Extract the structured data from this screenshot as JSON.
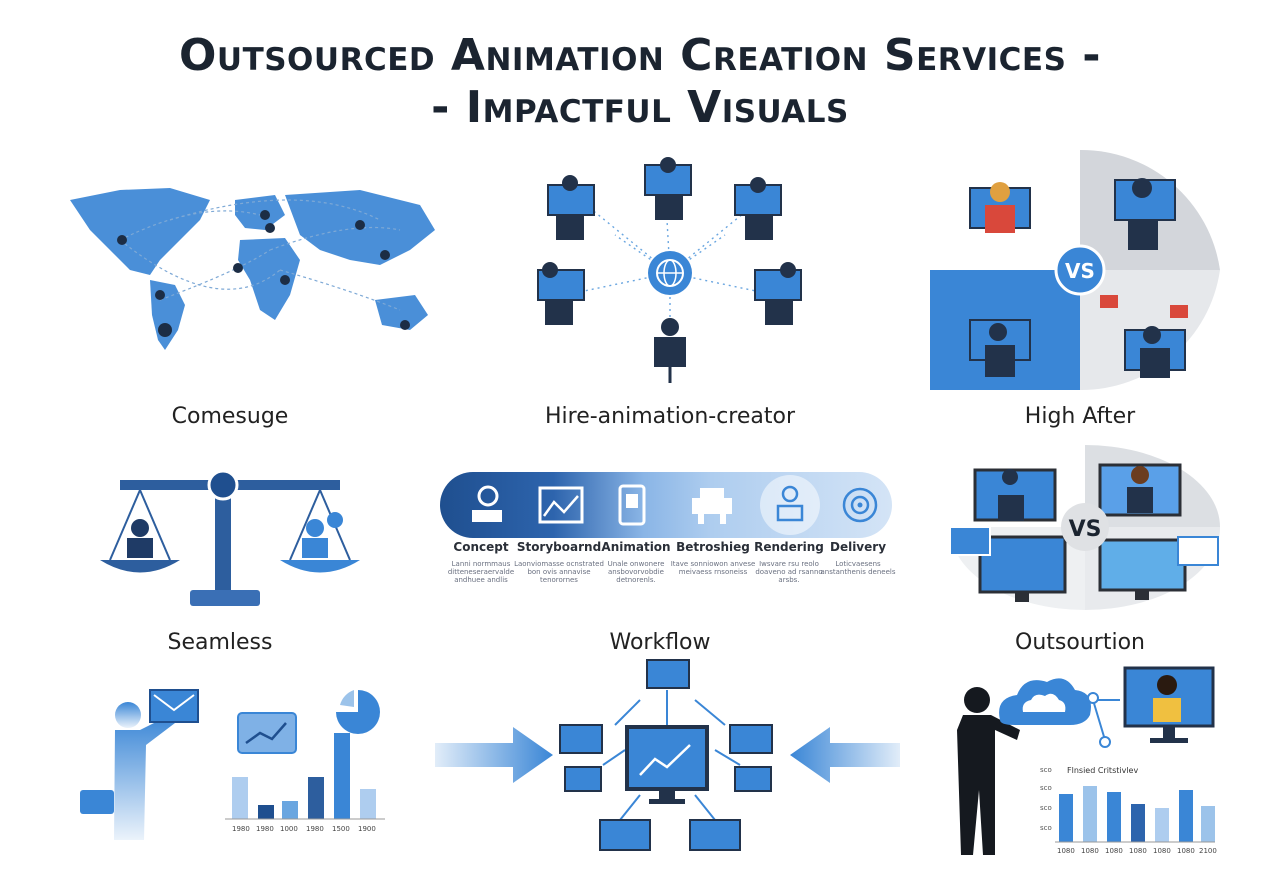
{
  "title": {
    "line1": "Outsourced Animation Creation Services -",
    "line2": "- Impactful Visuals"
  },
  "labels": {
    "top_left": "Comesuge",
    "top_center": "Hire-animation-creator",
    "top_right": "High After",
    "mid_left": "Seamless",
    "mid_center": "Workflow",
    "mid_right": "Outsourtion"
  },
  "vs_top": "VS",
  "vs_mid": "VS",
  "workflow_steps": [
    {
      "name": "Concept",
      "desc": "Lanni normmaus ditteneseraervalde andhuee andlis",
      "icon": "camera-hand-icon"
    },
    {
      "name": "Storyboarnd",
      "desc": "Laonviomasse ocnstrated bon ovis annavise tenorornes",
      "icon": "chart-board-icon"
    },
    {
      "name": "Animation",
      "desc": "Unale onwonere ansbovorvobdie detnorenls.",
      "icon": "tablet-icon"
    },
    {
      "name": "Betroshieg",
      "desc": "Itave sonniowon anvese meivaess rnsoneiss",
      "icon": "printer-icon"
    },
    {
      "name": "Rendering",
      "desc": "Iwsvare rsu reolo doaveno ad rsanno arsbs.",
      "icon": "render-bulb-icon"
    },
    {
      "name": "Delivery",
      "desc": "Loticvaesens anstanthenis deneels",
      "icon": "target-icon"
    }
  ],
  "bar_chart_left": {
    "x_labels": [
      "1980",
      "1980",
      "1000",
      "1980",
      "1500",
      "1900"
    ]
  },
  "bar_chart_right": {
    "title": "Flnsied Critstivlev",
    "y_labels": [
      "ѕсо",
      "ѕсо",
      "ѕсо",
      "ѕсо"
    ],
    "x_labels": [
      "1080",
      "1080",
      "1080",
      "1080",
      "1080",
      "1080",
      "2100"
    ]
  },
  "colors": {
    "accent": "#3a86d6",
    "dark_blue": "#1f4f8f",
    "light_blue": "#9cc3ea",
    "navy": "#22324a"
  }
}
